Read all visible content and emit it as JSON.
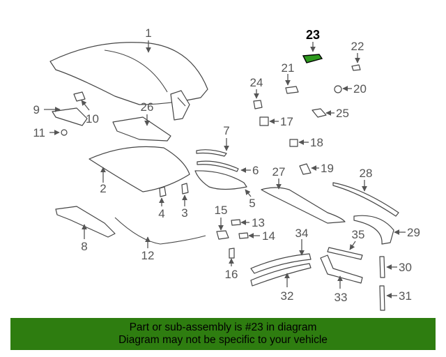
{
  "labels": {
    "n1": "1",
    "n2": "2",
    "n3": "3",
    "n4": "4",
    "n5": "5",
    "n6": "6",
    "n7": "7",
    "n8": "8",
    "n9": "9",
    "n10": "10",
    "n11": "11",
    "n12": "12",
    "n13": "13",
    "n14": "14",
    "n15": "15",
    "n16": "16",
    "n17": "17",
    "n18": "18",
    "n19": "19",
    "n20": "20",
    "n21": "21",
    "n22": "22",
    "n23": "23",
    "n24": "24",
    "n25": "25",
    "n26": "26",
    "n27": "27",
    "n28": "28",
    "n29": "29",
    "n30": "30",
    "n31": "31",
    "n32": "32",
    "n33": "33",
    "n34": "34",
    "n35": "35"
  },
  "highlight": {
    "part": "23",
    "color": "#2e9a1e"
  },
  "banner": {
    "line1": "Part or sub-assembly is #23 in diagram",
    "line2": "Diagram may not be specific to your vehicle",
    "color": "#2e7d10"
  }
}
